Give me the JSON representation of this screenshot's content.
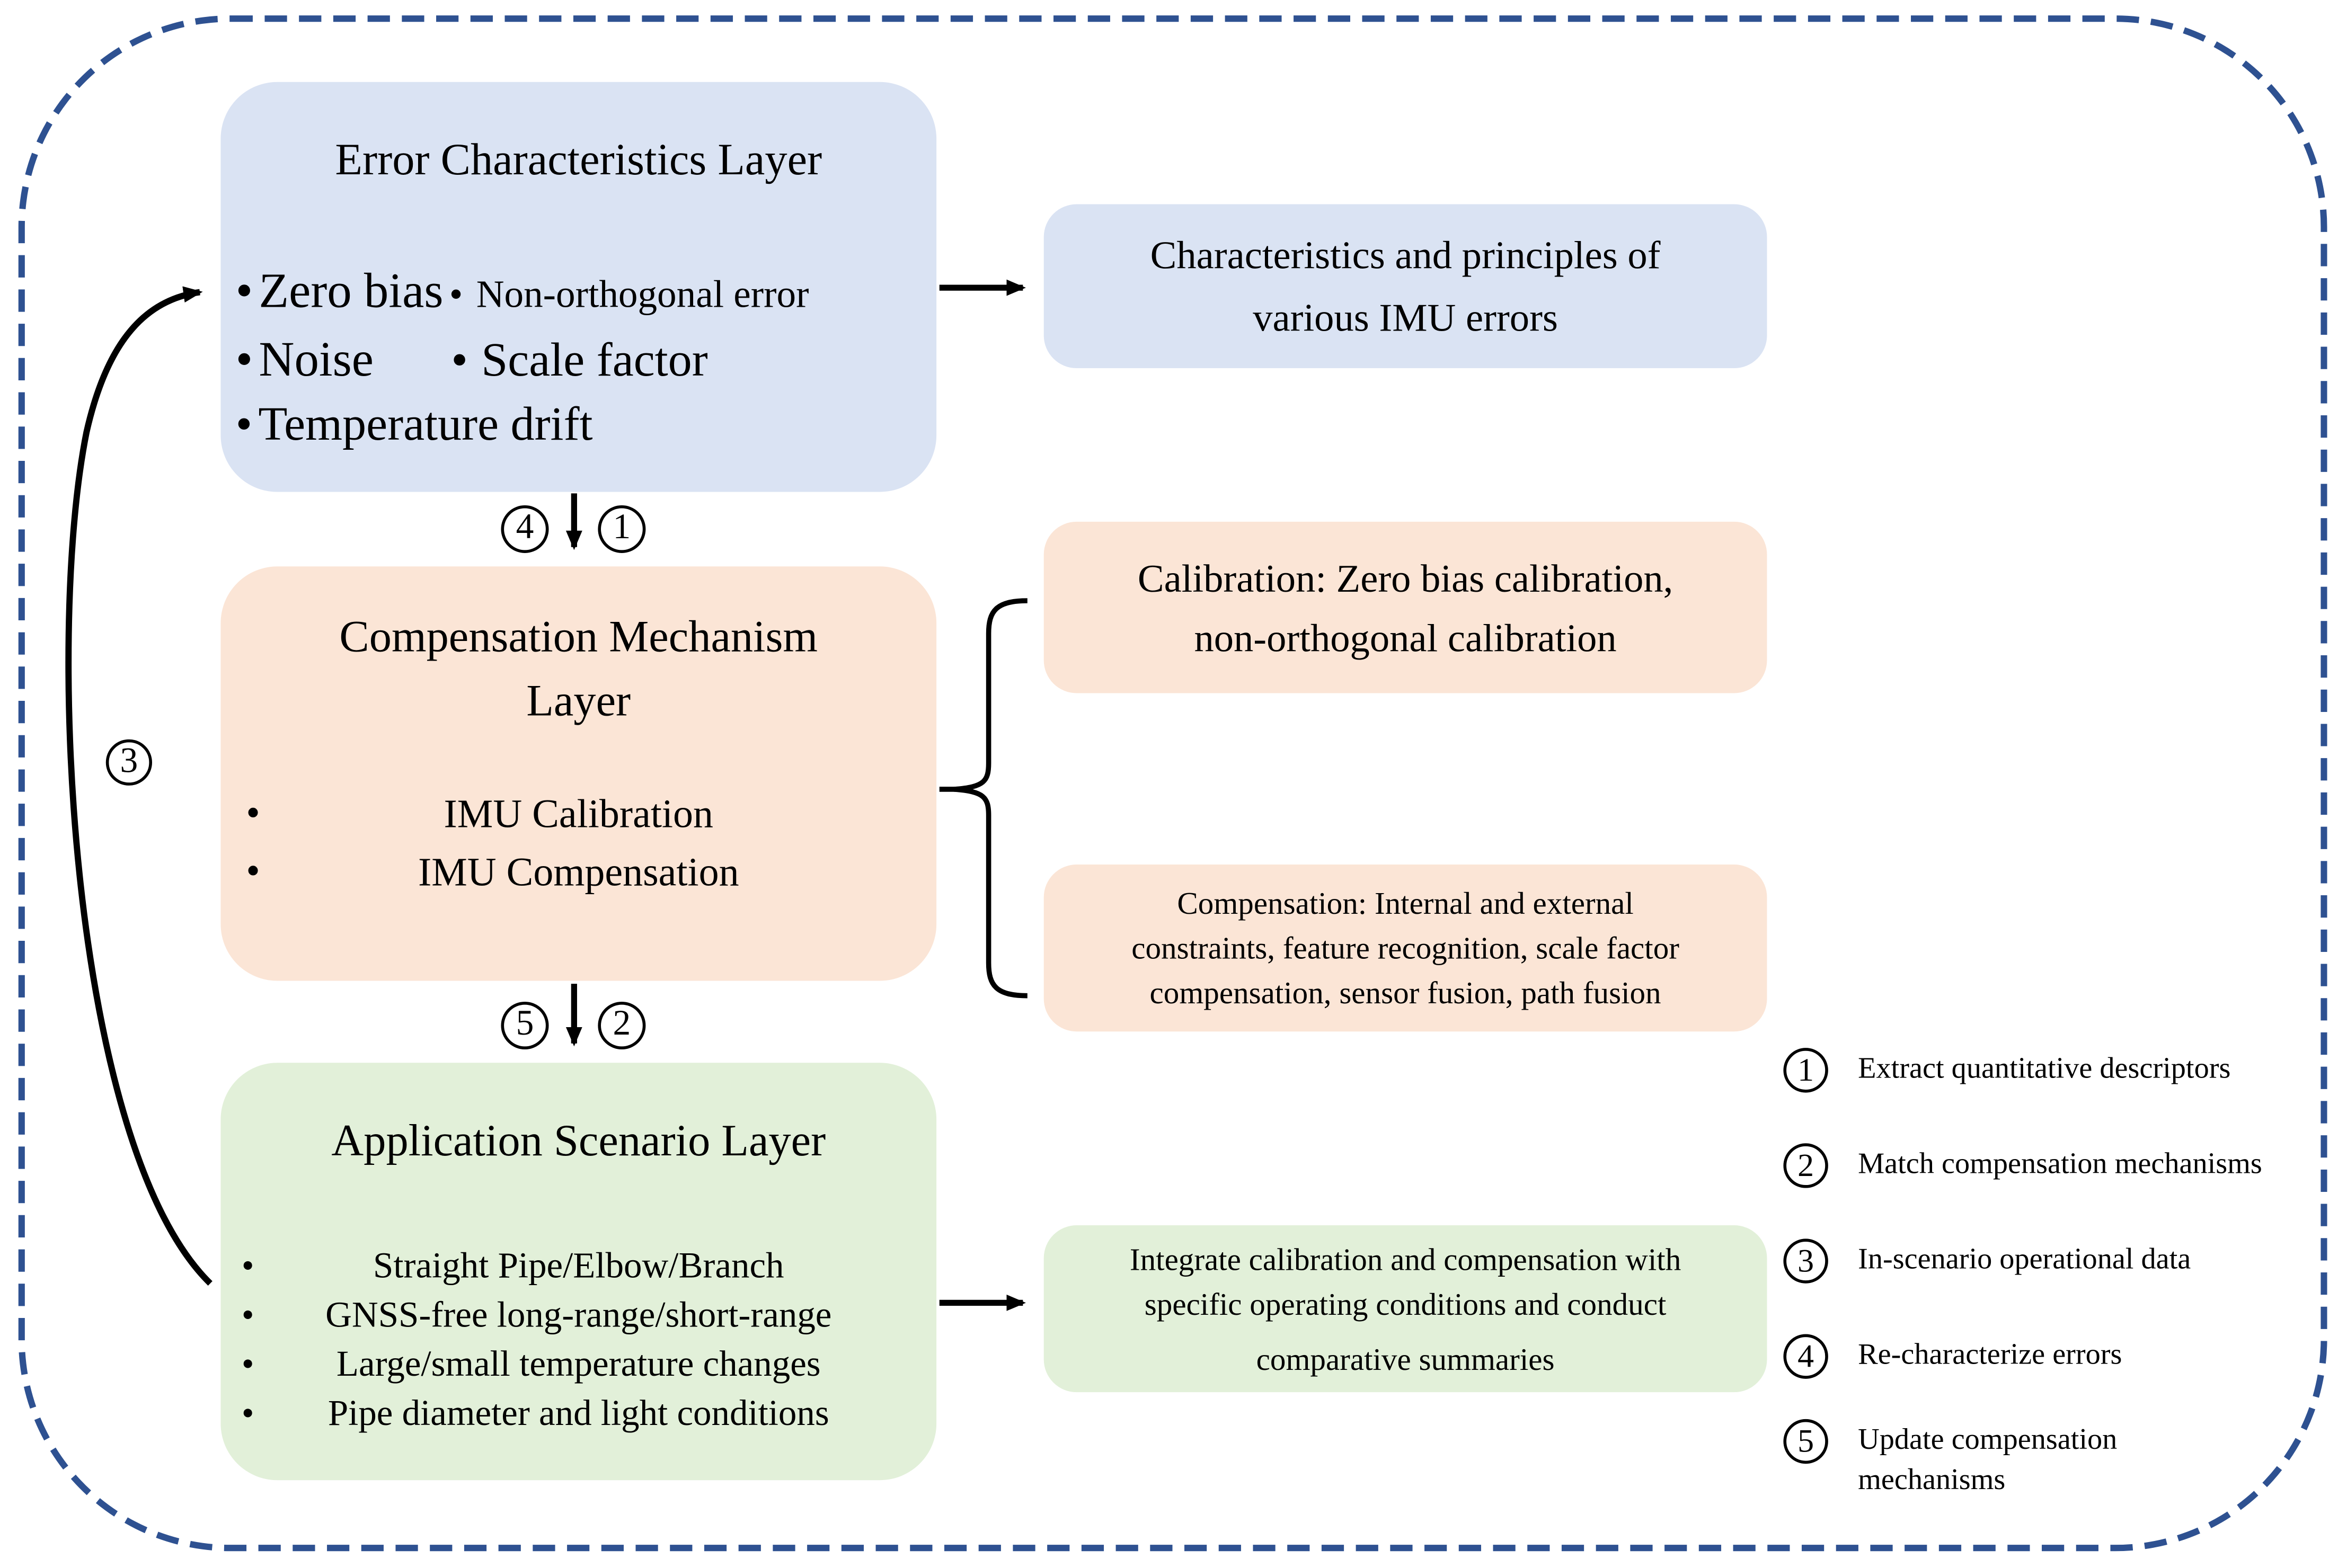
{
  "figure": {
    "colors": {
      "error_fill": "#dae3f3",
      "compensation_fill": "#fbe5d6",
      "application_fill": "#e2f0d9",
      "border_dash": "#2e5191",
      "text": "#000000"
    },
    "layers": {
      "error": {
        "title": "Error Characteristics Layer",
        "row1_item1": "Zero bias",
        "row1_item2": "Non-orthogonal error",
        "row2_item1": "Noise",
        "row2_item2": "Scale factor",
        "row3_item1": "Temperature drift"
      },
      "compensation": {
        "title_line1": "Compensation Mechanism",
        "title_line2": "Layer",
        "item1": "IMU Calibration",
        "item2": "IMU Compensation"
      },
      "application": {
        "title": "Application Scenario Layer",
        "items": [
          "Straight Pipe/Elbow/Branch",
          "GNSS-free long-range/short-range",
          "Large/small temperature changes",
          "Pipe diameter and light conditions"
        ]
      }
    },
    "callouts": {
      "error_desc": {
        "line1": "Characteristics and principles of",
        "line2": "various IMU errors"
      },
      "calibration_desc": {
        "line1": "Calibration: Zero bias calibration,",
        "line2": "non-orthogonal calibration"
      },
      "compensation_desc": {
        "line1": "Compensation: Internal and external",
        "line2": "constraints, feature recognition, scale factor",
        "line3": "compensation, sensor fusion, path fusion"
      },
      "application_desc": {
        "line1": "Integrate calibration and compensation with",
        "line2": "specific operating conditions and conduct",
        "line3": "comparative summaries"
      }
    },
    "flow_markers": {
      "down1_left": "4",
      "down1_right": "1",
      "down2_left": "5",
      "down2_right": "2",
      "loop": "3"
    },
    "legend": [
      {
        "num": "1",
        "label": "Extract quantitative descriptors"
      },
      {
        "num": "2",
        "label": "Match compensation mechanisms"
      },
      {
        "num": "3",
        "label": "In-scenario operational data"
      },
      {
        "num": "4",
        "label": "Re-characterize errors"
      },
      {
        "num": "5",
        "label": "Update compensation mechanisms"
      }
    ]
  }
}
